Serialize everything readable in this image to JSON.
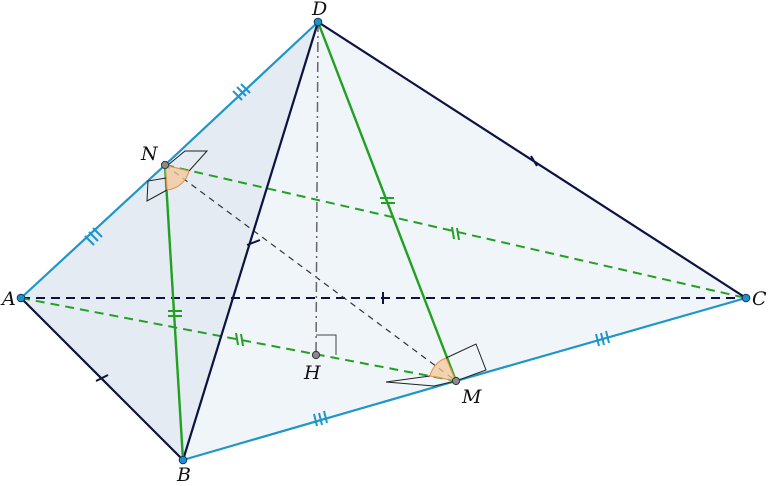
{
  "points": {
    "A": "A",
    "B": "B",
    "C": "C",
    "D": "D",
    "N": "N",
    "M": "M",
    "H": "H"
  },
  "colors": {
    "edge_dark": "#0c1340",
    "edge_blue": "#1f95c8",
    "median_green": "#22a022",
    "dashed_green": "#22a022",
    "hidden_edge": "#0c1340",
    "altitude": "#666666",
    "face_fill": "#e8f1f6",
    "angle_fill": "#f6c79a",
    "point_blue": "#1f8fd0",
    "point_gray": "#8a8a8a"
  }
}
